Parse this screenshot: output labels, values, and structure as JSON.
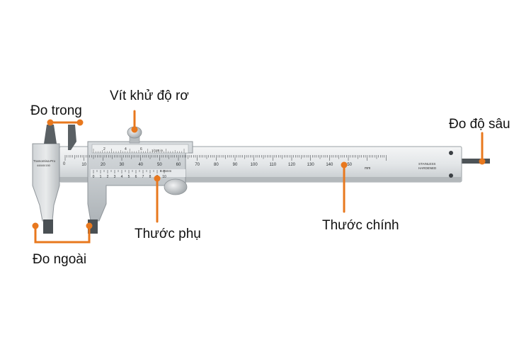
{
  "labels": {
    "inner": "Đo trong",
    "screw": "Vít khử độ rơ",
    "depth": "Đo độ sâu",
    "outer": "Đo ngoài",
    "vernier": "Thước phụ",
    "main": "Thước chính"
  },
  "caliper": {
    "brand_top": "Tramontina-Pro",
    "brand_bottom": "44840/150",
    "main_scale_numbers": [
      "0",
      "10",
      "20",
      "30",
      "40",
      "50",
      "60",
      "70",
      "80",
      "90",
      "100",
      "110",
      "120",
      "130",
      "140",
      "150"
    ],
    "main_unit": "mm",
    "vernier_numbers": [
      "0",
      "1",
      "2",
      "3",
      "4",
      "5",
      "6",
      "7",
      "8",
      "9",
      "10"
    ],
    "vernier_precision": "0.05mm",
    "top_scale_text": "1/128 in",
    "top_scale_numbers": [
      "2",
      "4",
      "6"
    ],
    "right_mark_top": "STAINLESS",
    "right_mark_bottom": "HARDENED"
  },
  "colors": {
    "accent": "#e8781e",
    "steel_light": "#eceeef",
    "steel_mid": "#c9cdd0",
    "steel_dark": "#8e9498"
  }
}
